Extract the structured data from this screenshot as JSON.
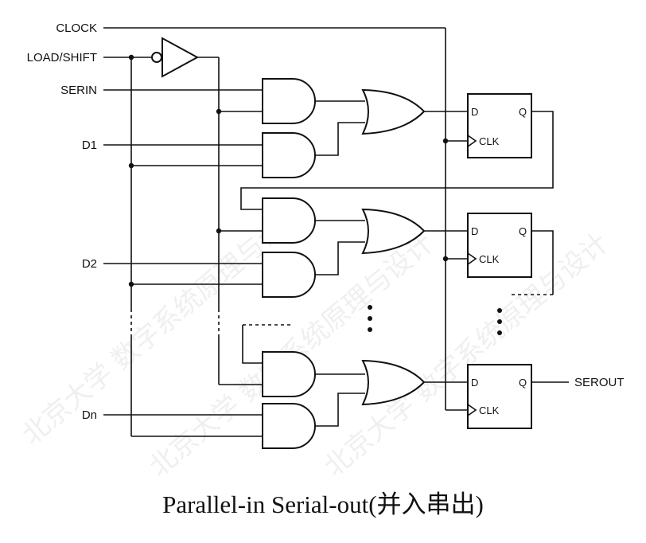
{
  "signals": {
    "clock": "CLOCK",
    "load_shift": "LOAD/SHIFT",
    "serin": "SERIN",
    "d1": "D1",
    "d2": "D2",
    "dn": "Dn",
    "serout": "SEROUT"
  },
  "pins": {
    "d": "D",
    "q": "Q",
    "clk": "CLK"
  },
  "caption": "Parallel-in Serial-out(并入串出)",
  "watermark": "北京大学 数字系统原理与设计"
}
